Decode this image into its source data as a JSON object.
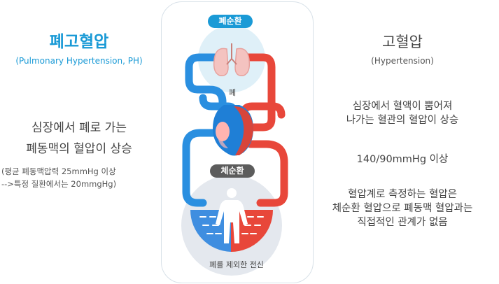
{
  "left": {
    "title": "폐고혈압",
    "subtitle": "(Pulmonary Hypertension, PH)",
    "desc_line1": "심장에서 폐로 가는",
    "desc_line2": "폐동맥의 혈압이 상승",
    "note_line1": "(평균 폐동맥압력 25mmHg 이상",
    "note_line2": "-->특정 질환에서는 20mmgHg)"
  },
  "right": {
    "title": "고혈압",
    "subtitle": "(Hypertension)",
    "desc1_line1": "심장에서 혈액이 뿜어져",
    "desc1_line2": "나가는 혈관의 혈압이 상승",
    "pressure": "140/90mmHg 이상",
    "desc2_line1": "혈압계로 측정하는 혈압은",
    "desc2_line2": "체순환 혈압으로 폐동맥 혈압과는",
    "desc2_line3": "직접적인 관계가 없음"
  },
  "diagram": {
    "pulmonary_label": "폐순환",
    "lung_label": "폐",
    "systemic_label": "체순환",
    "body_label": "폐를 제외한 전신",
    "colors": {
      "oxygenated": "#e8473a",
      "deoxygenated": "#2a8fe0",
      "accent": "#1a9ad6"
    }
  }
}
